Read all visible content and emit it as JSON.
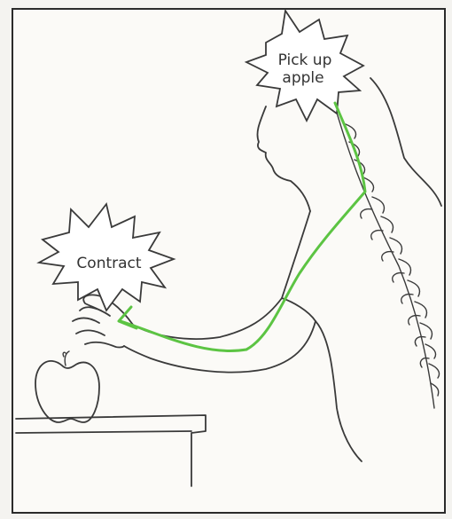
{
  "labels": {
    "brain_line1": "Pick up",
    "brain_line2": "apple",
    "hand": "Contract"
  },
  "colors": {
    "signal_path": "#5cc443",
    "ink": "#3a3a3a",
    "background": "#f4f3f0",
    "frame": "#2b2b2b"
  }
}
